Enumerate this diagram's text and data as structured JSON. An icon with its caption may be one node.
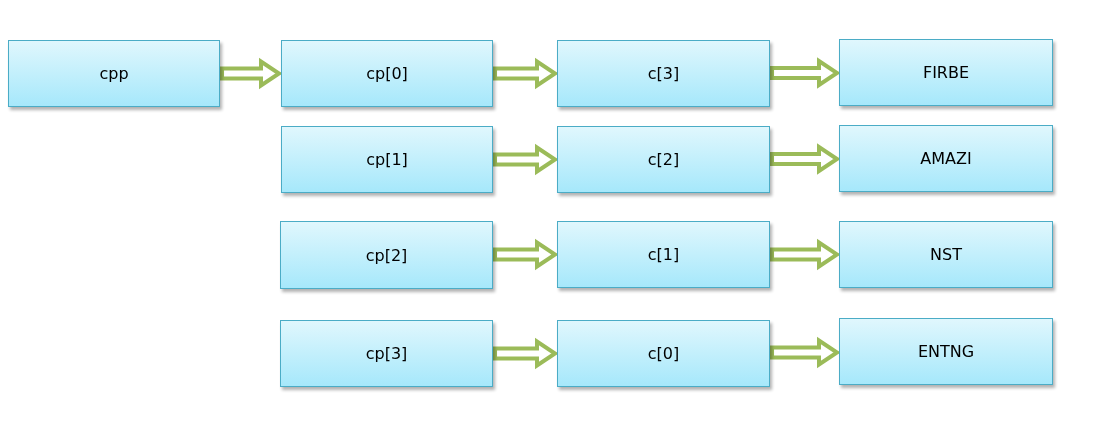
{
  "diagram": {
    "nodes": [
      {
        "text": [
          "cpp"
        ]
      },
      {
        "text": [
          "cp[0]"
        ]
      },
      {
        "text": [
          "c[3]"
        ]
      },
      {
        "text": [
          "FIRBE"
        ]
      },
      {
        "text": [
          "cp[1]"
        ]
      },
      {
        "text": [
          "c[2]"
        ]
      },
      {
        "text": [
          "AMAZI"
        ]
      },
      {
        "text": [
          "cp[2]"
        ]
      },
      {
        "text": [
          "c[1]"
        ]
      },
      {
        "text": [
          "NST"
        ]
      },
      {
        "text": [
          "cp[3]"
        ]
      },
      {
        "text": [
          "c[0]"
        ]
      },
      {
        "text": [
          "ENTNG"
        ]
      }
    ],
    "edges": [
      {
        "from": 0,
        "to": 1,
        "arrow": "to"
      },
      {
        "from": 1,
        "to": 2,
        "arrow": "to"
      },
      {
        "from": 2,
        "to": 3,
        "arrow": "to"
      },
      {
        "from": 4,
        "to": 5,
        "arrow": "to"
      },
      {
        "from": 5,
        "to": 6,
        "arrow": "to"
      },
      {
        "from": 7,
        "to": 8,
        "arrow": "to"
      },
      {
        "from": 8,
        "to": 9,
        "arrow": "to"
      },
      {
        "from": 10,
        "to": 11,
        "arrow": "to"
      },
      {
        "from": 11,
        "to": 12,
        "arrow": "to"
      }
    ]
  }
}
